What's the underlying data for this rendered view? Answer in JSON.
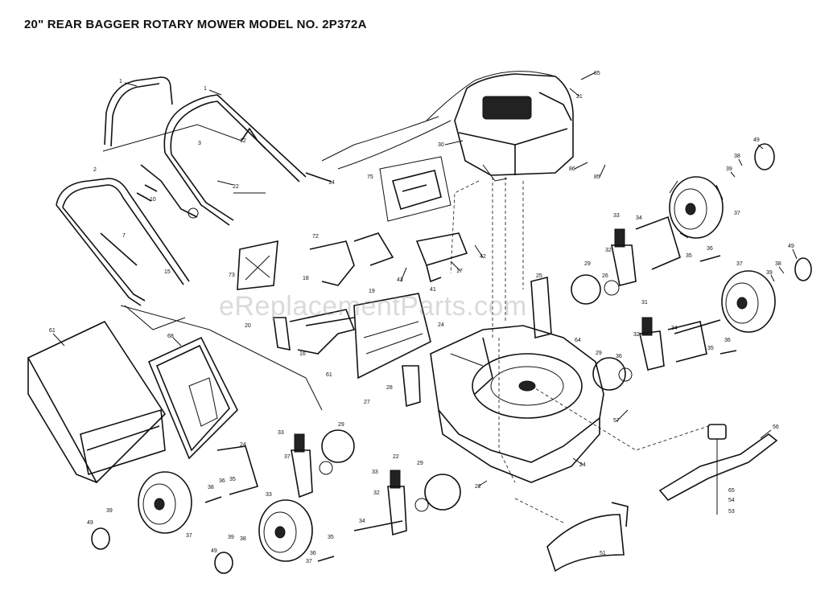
{
  "title": "20\" REAR BAGGER ROTARY MOWER MODEL NO. 2P372A",
  "watermark": "eReplacementParts.com",
  "callouts": [
    {
      "id": "c1",
      "text": "1"
    },
    {
      "id": "c2",
      "text": "1"
    },
    {
      "id": "c3",
      "text": "2"
    },
    {
      "id": "c4",
      "text": "3"
    },
    {
      "id": "c5",
      "text": "85"
    },
    {
      "id": "c6",
      "text": "21"
    },
    {
      "id": "c7",
      "text": "30"
    },
    {
      "id": "c8",
      "text": "86"
    },
    {
      "id": "c9",
      "text": "85"
    },
    {
      "id": "c10",
      "text": "49"
    },
    {
      "id": "c11",
      "text": "38"
    },
    {
      "id": "c12",
      "text": "39"
    },
    {
      "id": "c13",
      "text": "37"
    },
    {
      "id": "c14",
      "text": "33"
    },
    {
      "id": "c15",
      "text": "34"
    },
    {
      "id": "c16",
      "text": "32"
    },
    {
      "id": "c17",
      "text": "35"
    },
    {
      "id": "c18",
      "text": "36"
    },
    {
      "id": "c19",
      "text": "49"
    },
    {
      "id": "c20",
      "text": "38"
    },
    {
      "id": "c21",
      "text": "39"
    },
    {
      "id": "c22",
      "text": "37"
    },
    {
      "id": "c23",
      "text": "75"
    },
    {
      "id": "c24",
      "text": "17"
    },
    {
      "id": "c25",
      "text": "43"
    },
    {
      "id": "c26",
      "text": "42"
    },
    {
      "id": "c27",
      "text": "72"
    },
    {
      "id": "c28",
      "text": "18"
    },
    {
      "id": "c29",
      "text": "19"
    },
    {
      "id": "c30",
      "text": "73"
    },
    {
      "id": "c31",
      "text": "14"
    },
    {
      "id": "c32",
      "text": "22"
    },
    {
      "id": "c33",
      "text": "7"
    },
    {
      "id": "c34",
      "text": "10"
    },
    {
      "id": "c35",
      "text": "12"
    },
    {
      "id": "c36",
      "text": "15"
    },
    {
      "id": "c37",
      "text": "20"
    },
    {
      "id": "c38",
      "text": "16"
    },
    {
      "id": "c39",
      "text": "61"
    },
    {
      "id": "c40",
      "text": "41"
    },
    {
      "id": "c41",
      "text": "24"
    },
    {
      "id": "c42",
      "text": "25"
    },
    {
      "id": "c43",
      "text": "29"
    },
    {
      "id": "c44",
      "text": "26"
    },
    {
      "id": "c45",
      "text": "64"
    },
    {
      "id": "c46",
      "text": "29"
    },
    {
      "id": "c47",
      "text": "36"
    },
    {
      "id": "c48",
      "text": "31"
    },
    {
      "id": "c49",
      "text": "32"
    },
    {
      "id": "c50",
      "text": "34"
    },
    {
      "id": "c51",
      "text": "35"
    },
    {
      "id": "c52",
      "text": "36"
    },
    {
      "id": "c53",
      "text": "61"
    },
    {
      "id": "c54",
      "text": "68"
    },
    {
      "id": "c55",
      "text": "27"
    },
    {
      "id": "c56",
      "text": "28"
    },
    {
      "id": "c57",
      "text": "57"
    },
    {
      "id": "c58",
      "text": "56"
    },
    {
      "id": "c59",
      "text": "33"
    },
    {
      "id": "c60",
      "text": "29"
    },
    {
      "id": "c61",
      "text": "37"
    },
    {
      "id": "c62",
      "text": "24"
    },
    {
      "id": "c63",
      "text": "36"
    },
    {
      "id": "c64",
      "text": "35"
    },
    {
      "id": "c65",
      "text": "38"
    },
    {
      "id": "c66",
      "text": "39"
    },
    {
      "id": "c67",
      "text": "49"
    },
    {
      "id": "c68",
      "text": "37"
    },
    {
      "id": "c69",
      "text": "33"
    },
    {
      "id": "c70",
      "text": "32"
    },
    {
      "id": "c71",
      "text": "29"
    },
    {
      "id": "c72",
      "text": "22"
    },
    {
      "id": "c73",
      "text": "24"
    },
    {
      "id": "c74",
      "text": "34"
    },
    {
      "id": "c75",
      "text": "35"
    },
    {
      "id": "c76",
      "text": "36"
    },
    {
      "id": "c77",
      "text": "33"
    },
    {
      "id": "c78",
      "text": "39"
    },
    {
      "id": "c79",
      "text": "49"
    },
    {
      "id": "c80",
      "text": "38"
    },
    {
      "id": "c81",
      "text": "37"
    },
    {
      "id": "c82",
      "text": "65"
    },
    {
      "id": "c83",
      "text": "54"
    },
    {
      "id": "c84",
      "text": "53"
    },
    {
      "id": "c85",
      "text": "51"
    },
    {
      "id": "c86",
      "text": "22"
    }
  ]
}
